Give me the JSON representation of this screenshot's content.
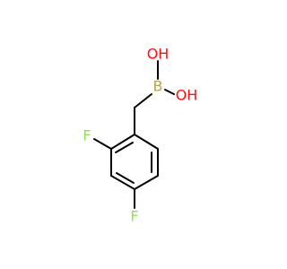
{
  "molecule": {
    "atoms": {
      "boron": {
        "symbol": "B",
        "color": "#b5a642"
      },
      "hydroxyl_top": {
        "symbol": "OH",
        "color": "#ff0d0d"
      },
      "hydroxyl_right": {
        "symbol": "OH",
        "color": "#ff0d0d"
      },
      "fluorine_ortho": {
        "symbol": "F",
        "color": "#90e050"
      },
      "fluorine_para": {
        "symbol": "F",
        "color": "#90e050"
      }
    },
    "bond_color": "#000000",
    "background": "#ffffff"
  }
}
